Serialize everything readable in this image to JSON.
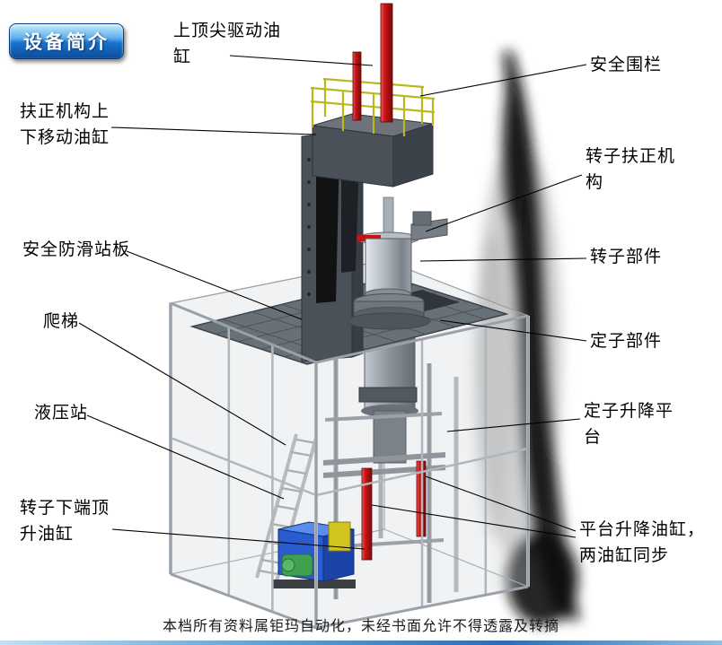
{
  "slide": {
    "badge": {
      "label": "设备简介"
    },
    "footer": {
      "text": "本档所有资料属钜玛自动化，未经书面允许不得透露及转摘"
    }
  },
  "labels": [
    {
      "id": "top-spindle-drive-cylinder",
      "text": "上顶尖驱动油缸"
    },
    {
      "id": "safety-fence",
      "text": "安全围栏"
    },
    {
      "id": "centering-mechanism-lift-cylinder",
      "text": "扶正机构上下移动油缸"
    },
    {
      "id": "rotor-centering-mechanism",
      "text": "转子扶正机构"
    },
    {
      "id": "anti-slip-standing-plate",
      "text": "安全防滑站板"
    },
    {
      "id": "rotor-component",
      "text": "转子部件"
    },
    {
      "id": "ladder",
      "text": "爬梯"
    },
    {
      "id": "stator-component",
      "text": "定子部件"
    },
    {
      "id": "hydraulic-station",
      "text": "液压站"
    },
    {
      "id": "stator-lifting-platform",
      "text": "定子升降平台"
    },
    {
      "id": "rotor-bottom-jacking-cylinder",
      "text": "转子下端顶升油缸"
    },
    {
      "id": "platform-lifting-cylinders",
      "text": "平台升降油缸，两油缸同步"
    }
  ],
  "colors": {
    "badge_blue": "#1b72cc",
    "cylinder_red": "#c41414",
    "railing_yellow": "#b9b91c",
    "machine_gray": "#4b5158",
    "cage_gray": "#b4bac0",
    "hydraulic_blue": "#2a5cd0",
    "pump_green": "#3fa050",
    "accent_yellow": "#d2c41e"
  }
}
